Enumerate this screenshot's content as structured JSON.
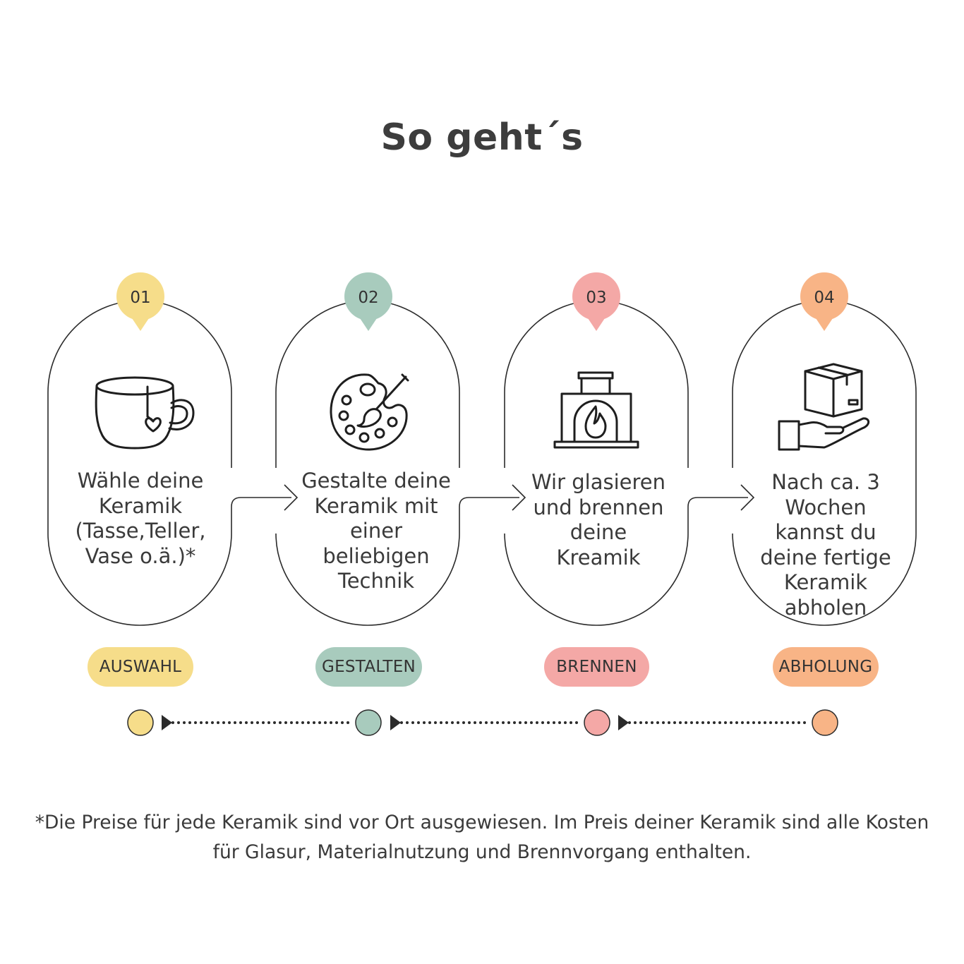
{
  "title": "So geht´s",
  "colors": {
    "yellow": "#f6dd8a",
    "green": "#a8cbbd",
    "pink": "#f4a8a6",
    "orange": "#f8b486",
    "line": "#2b2b2b"
  },
  "steps": [
    {
      "number": "01",
      "icon": "mug-icon",
      "text": "Wähle deine Keramik (Tasse,Teller, Vase o.ä.)*",
      "label": "AUSWAHL",
      "color": "#f6dd8a"
    },
    {
      "number": "02",
      "icon": "palette-icon",
      "text": "Gestalte deine Keramik mit einer beliebigen Technik",
      "label": "GESTALTEN",
      "color": "#a8cbbd"
    },
    {
      "number": "03",
      "icon": "kiln-fire-icon",
      "text": "Wir glasieren und brennen deine Kreamik",
      "label": "BRENNEN",
      "color": "#f4a8a6"
    },
    {
      "number": "04",
      "icon": "hand-box-icon",
      "text": "Nach ca. 3 Wochen kannst du deine fertige Keramik abholen",
      "label": "ABHOLUNG",
      "color": "#f8b486"
    }
  ],
  "footnote": "*Die Preise für jede Keramik sind vor Ort ausgewiesen. Im Preis deiner Keramik sind alle Kosten für Glasur, Materialnutzung und Brennvorgang enthalten."
}
